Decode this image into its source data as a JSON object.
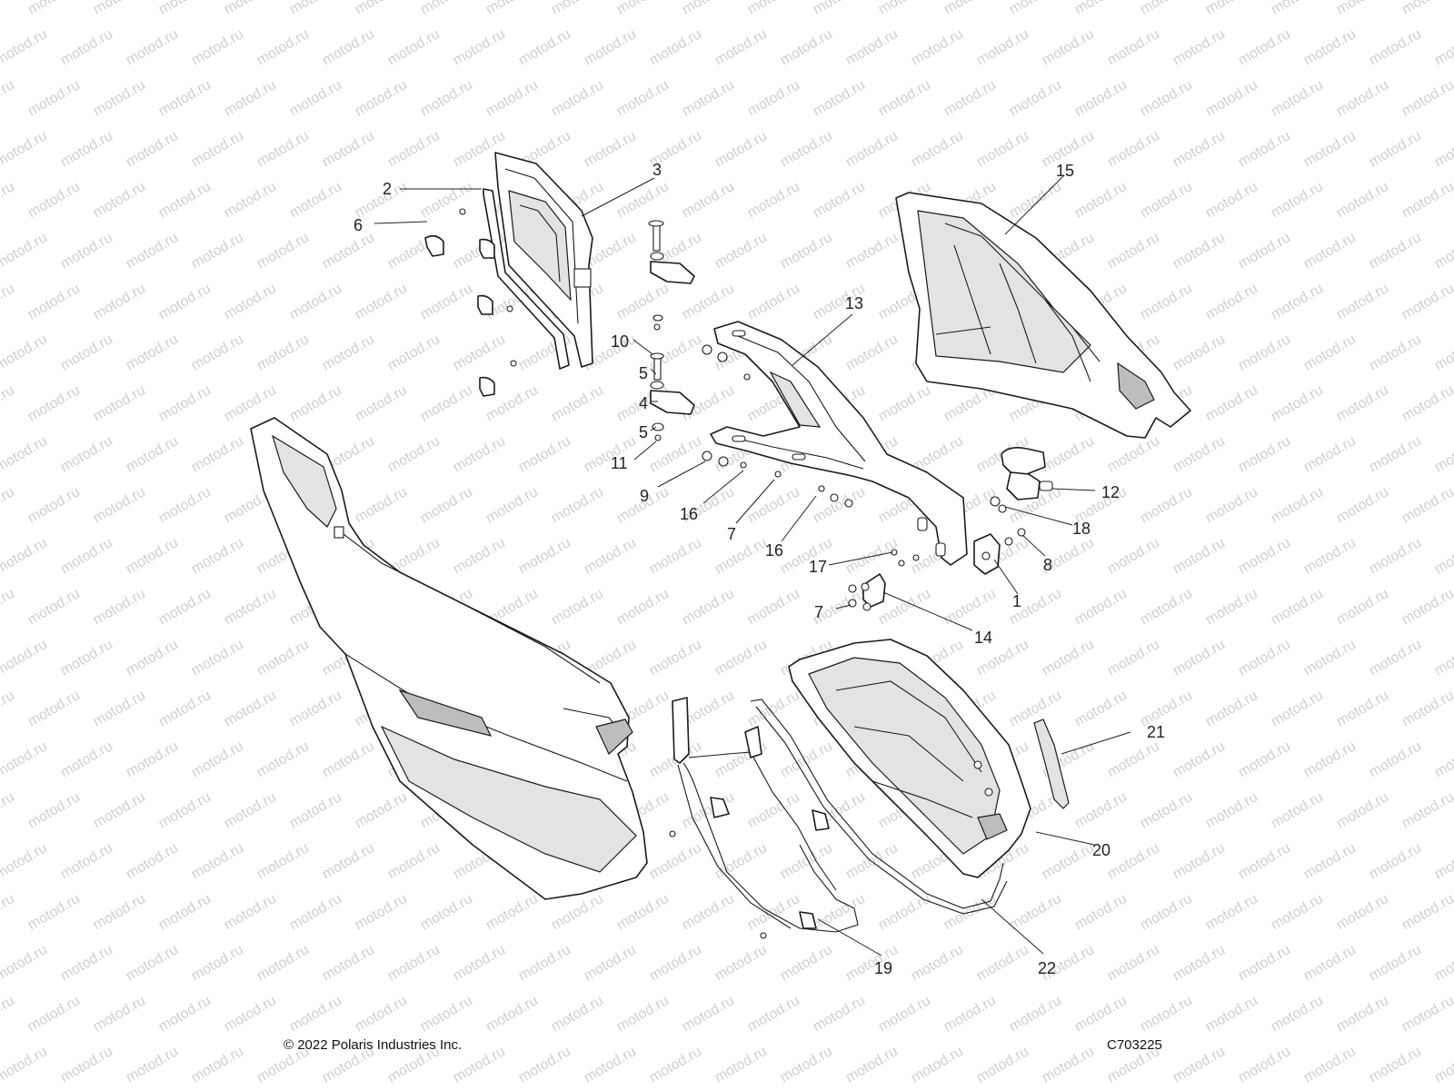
{
  "watermark": {
    "text": "motod.ru",
    "color": "#d0d0d0"
  },
  "callouts": {
    "c1": "1",
    "c2": "2",
    "c3": "3",
    "c4": "4",
    "c5a": "5",
    "c5b": "5",
    "c6": "6",
    "c7a": "7",
    "c7b": "7",
    "c8": "8",
    "c9": "9",
    "c10": "10",
    "c11": "11",
    "c12": "12",
    "c13": "13",
    "c14": "14",
    "c15": "15",
    "c16a": "16",
    "c16b": "16",
    "c17": "17",
    "c18": "18",
    "c19": "19",
    "c20": "20",
    "c21": "21",
    "c22": "22"
  },
  "footer": {
    "copyright": "© 2022 Polaris Industries Inc.",
    "drawing_id": "C703225"
  }
}
